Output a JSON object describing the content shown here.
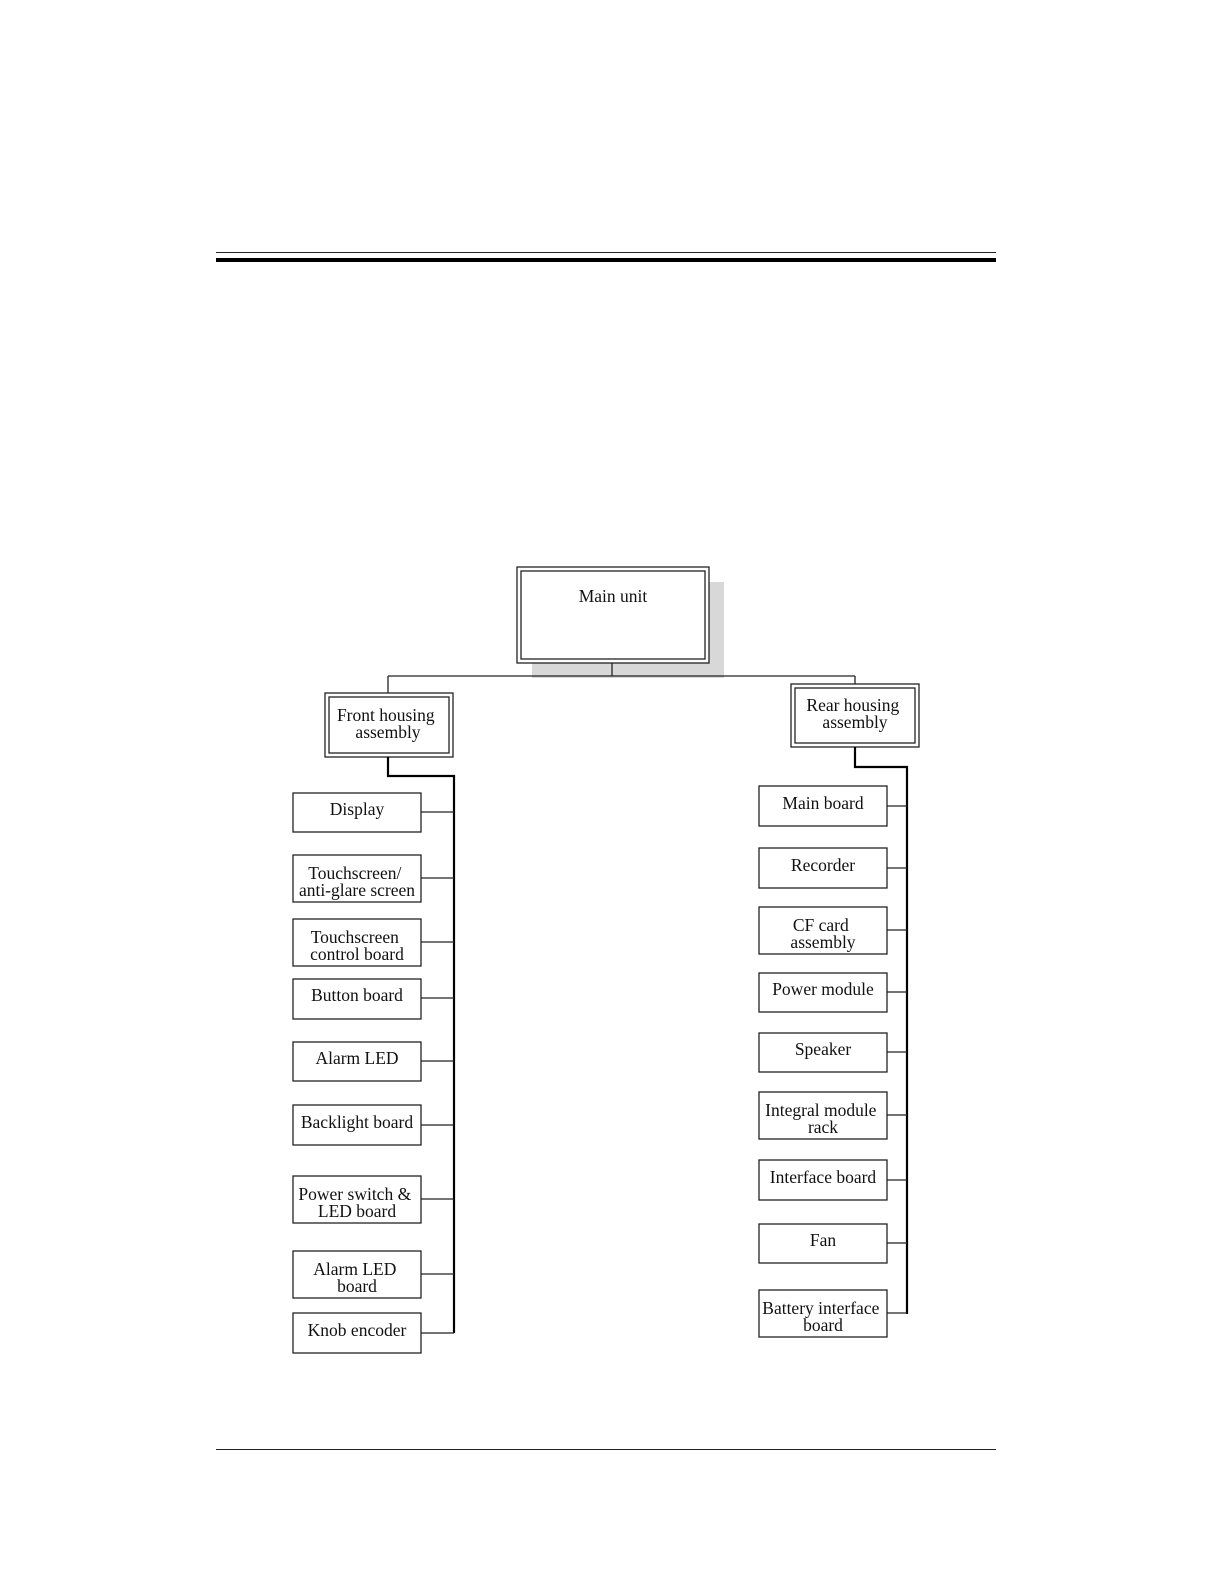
{
  "diagram": {
    "root": {
      "label": [
        "Main unit"
      ]
    },
    "front": {
      "label": [
        "Front housing",
        "assembly"
      ],
      "children": [
        [
          "Display"
        ],
        [
          "Touchscreen/",
          "anti-glare screen"
        ],
        [
          "Touchscreen",
          "control board"
        ],
        [
          "Button board"
        ],
        [
          "Alarm LED"
        ],
        [
          "Backlight board"
        ],
        [
          "Power switch &",
          "LED board"
        ],
        [
          "Alarm LED",
          "board"
        ],
        [
          "Knob encoder"
        ]
      ]
    },
    "rear": {
      "label": [
        "Rear housing",
        "assembly"
      ],
      "children": [
        [
          "Main board"
        ],
        [
          "Recorder"
        ],
        [
          "CF card",
          "assembly"
        ],
        [
          "Power module"
        ],
        [
          "Speaker"
        ],
        [
          "Integral module",
          "rack"
        ],
        [
          "Interface board"
        ],
        [
          "Fan"
        ],
        [
          "Battery interface",
          "board"
        ]
      ]
    }
  }
}
